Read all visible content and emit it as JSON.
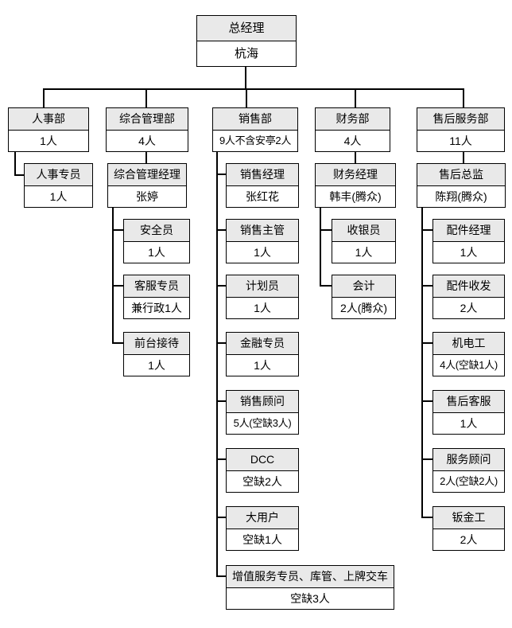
{
  "org": {
    "root": {
      "title": "总经理",
      "value": "杭海"
    },
    "departments": [
      {
        "title": "人事部",
        "value": "1人",
        "staff": [
          {
            "title": "人事专员",
            "value": "1人"
          }
        ]
      },
      {
        "title": "综合管理部",
        "value": "4人",
        "manager": {
          "title": "综合管理经理",
          "value": "张婷"
        },
        "staff": [
          {
            "title": "安全员",
            "value": "1人"
          },
          {
            "title": "客服专员",
            "value": "兼行政1人"
          },
          {
            "title": "前台接待",
            "value": "1人"
          }
        ]
      },
      {
        "title": "销售部",
        "value": "9人不含安亭2人",
        "manager": {
          "title": "销售经理",
          "value": "张红花"
        },
        "staff": [
          {
            "title": "销售主管",
            "value": "1人"
          },
          {
            "title": "计划员",
            "value": "1人"
          },
          {
            "title": "金融专员",
            "value": "1人"
          },
          {
            "title": "销售顾问",
            "value": "5人(空缺3人)"
          },
          {
            "title": "DCC",
            "value": "空缺2人"
          },
          {
            "title": "大用户",
            "value": "空缺1人"
          },
          {
            "title": "增值服务专员、库管、上牌交车",
            "value": "空缺3人"
          }
        ]
      },
      {
        "title": "财务部",
        "value": "4人",
        "manager": {
          "title": "财务经理",
          "value": "韩丰(腾众)"
        },
        "staff": [
          {
            "title": "收银员",
            "value": "1人"
          },
          {
            "title": "会计",
            "value": "2人(腾众)"
          }
        ]
      },
      {
        "title": "售后服务部",
        "value": "11人",
        "manager": {
          "title": "售后总监",
          "value": "陈翔(腾众)"
        },
        "staff": [
          {
            "title": "配件经理",
            "value": "1人"
          },
          {
            "title": "配件收发",
            "value": "2人"
          },
          {
            "title": "机电工",
            "value": "4人(空缺1人)"
          },
          {
            "title": "售后客服",
            "value": "1人"
          },
          {
            "title": "服务顾问",
            "value": "2人(空缺2人)"
          },
          {
            "title": "钣金工",
            "value": "2人"
          }
        ]
      }
    ],
    "colors": {
      "header_bg": "#e9e9e9",
      "box_bg": "#ffffff",
      "border": "#000000",
      "line": "#000000",
      "page_bg": "#ffffff"
    }
  }
}
